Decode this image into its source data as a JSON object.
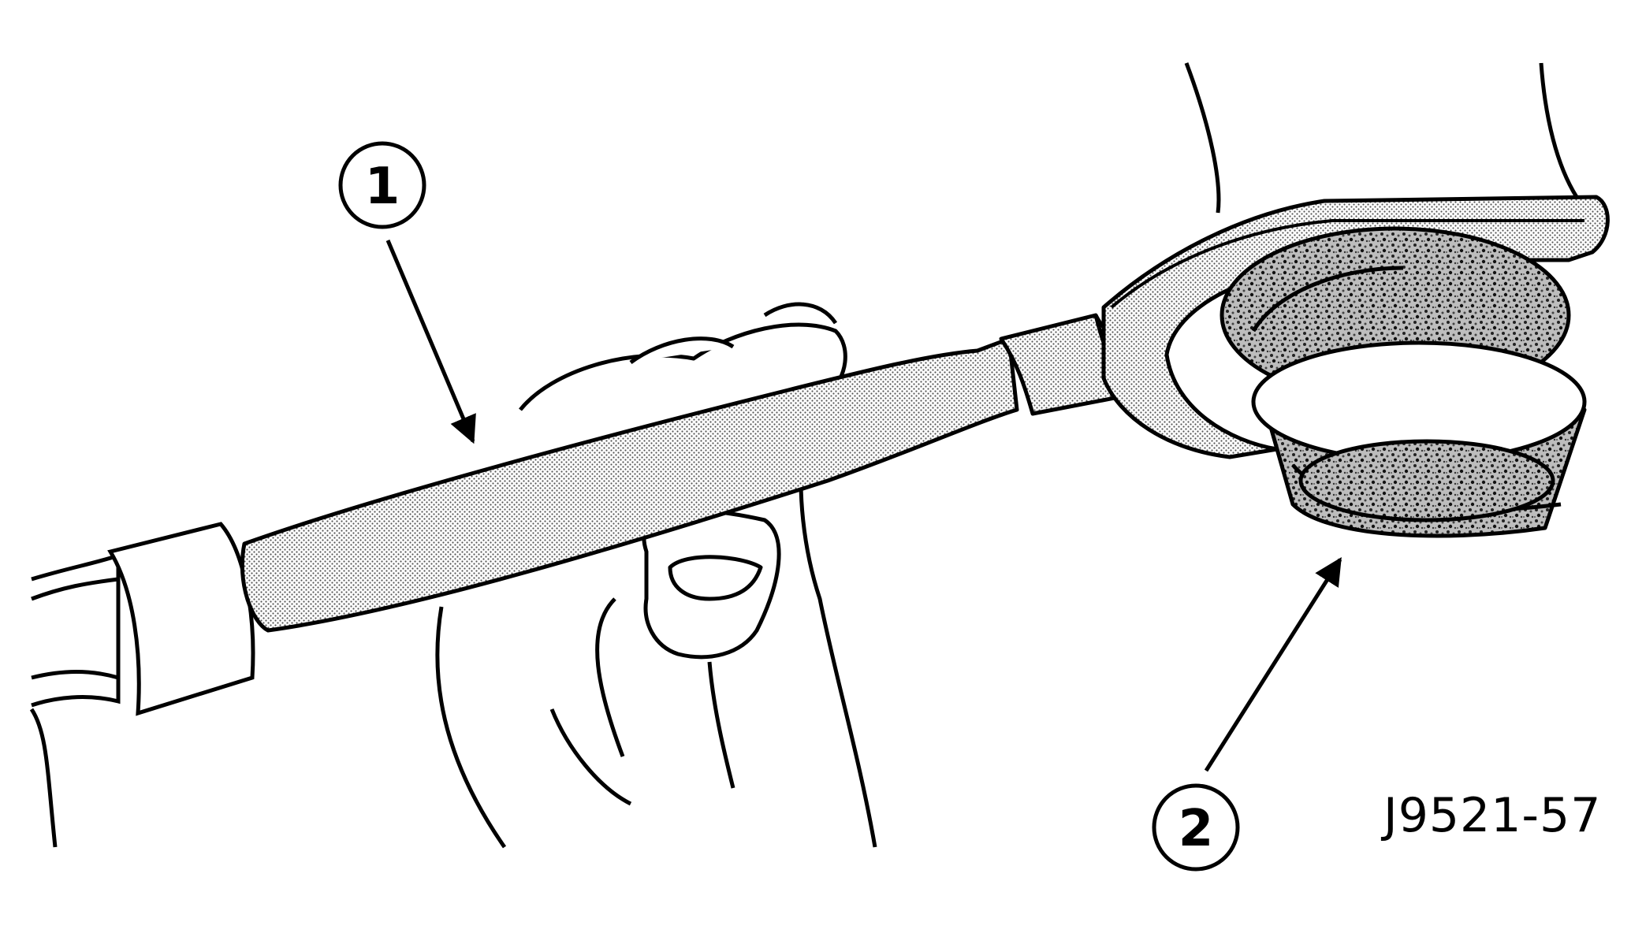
{
  "callouts": [
    {
      "number": "1"
    },
    {
      "number": "2"
    }
  ],
  "figure_id": "J9521-57",
  "colors": {
    "ink": "#000000",
    "paper": "#ffffff",
    "shade": "#9a9a9a"
  }
}
